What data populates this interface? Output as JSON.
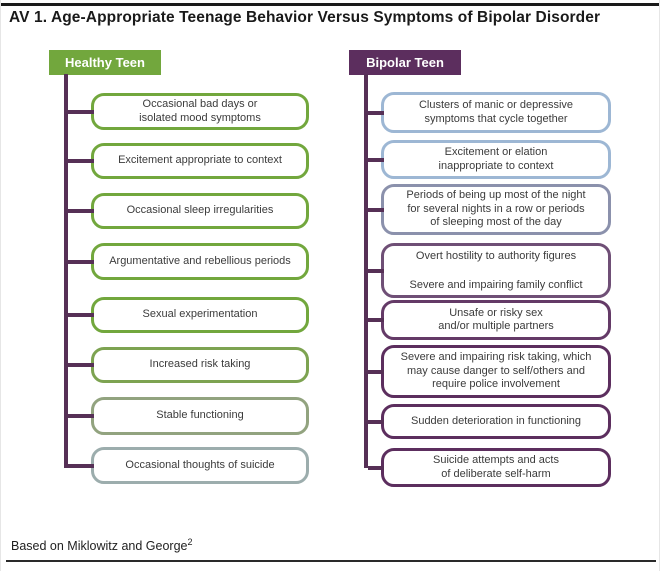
{
  "title": "AV 1. Age-Appropriate Teenage Behavior Versus Symptoms of Bipolar Disorder",
  "footer": {
    "text": "Based on Miklowitz and George",
    "superscript": "2"
  },
  "colors": {
    "healthy_green": "#72a73d",
    "bipolar_purple": "#5c2e5e",
    "connector_purple": "#563056",
    "rule_black": "#1a1a1a",
    "light_blue": "#9db7d4"
  },
  "columns": {
    "healthy": {
      "header": "Healthy Teen",
      "header_bg": "#72a73d",
      "boxes": [
        {
          "label": "Occasional bad days or\nisolated mood symptoms",
          "border": "#72a73d"
        },
        {
          "label": "Excitement appropriate to context",
          "border": "#72a73d"
        },
        {
          "label": "Occasional sleep irregularities",
          "border": "#72a73d"
        },
        {
          "label": "Argumentative and rebellious periods",
          "border": "#72a73d"
        },
        {
          "label": "Sexual experimentation",
          "border": "#72a73d"
        },
        {
          "label": "Increased risk taking",
          "border": "#7da351"
        },
        {
          "label": "Stable functioning",
          "border": "#92a37f"
        },
        {
          "label": "Occasional thoughts of suicide",
          "border": "#9cadad"
        }
      ]
    },
    "bipolar": {
      "header": "Bipolar Teen",
      "header_bg": "#5c2e5e",
      "boxes": [
        {
          "label": "Clusters of manic or depressive\nsymptoms that cycle together",
          "border": "#9db7d4"
        },
        {
          "label": "Excitement or elation\ninappropriate to context",
          "border": "#9db7d4"
        },
        {
          "label": "Periods of being up most of the night\nfor several nights in a row or periods\nof sleeping most of the day",
          "border": "#8b91ac"
        },
        {
          "label": "Overt hostility to authority figures\n\nSevere and impairing family conflict",
          "border": "#6f4f76"
        },
        {
          "label": "Unsafe or risky sex\nand/or multiple partners",
          "border": "#643a67"
        },
        {
          "label": "Severe and impairing risk taking, which\nmay cause danger to self/others and\nrequire police involvement",
          "border": "#5c2e5e"
        },
        {
          "label": "Sudden deterioration in functioning",
          "border": "#5c2e5e"
        },
        {
          "label": "Suicide attempts and acts\nof deliberate self-harm",
          "border": "#5c2e5e"
        }
      ]
    }
  }
}
